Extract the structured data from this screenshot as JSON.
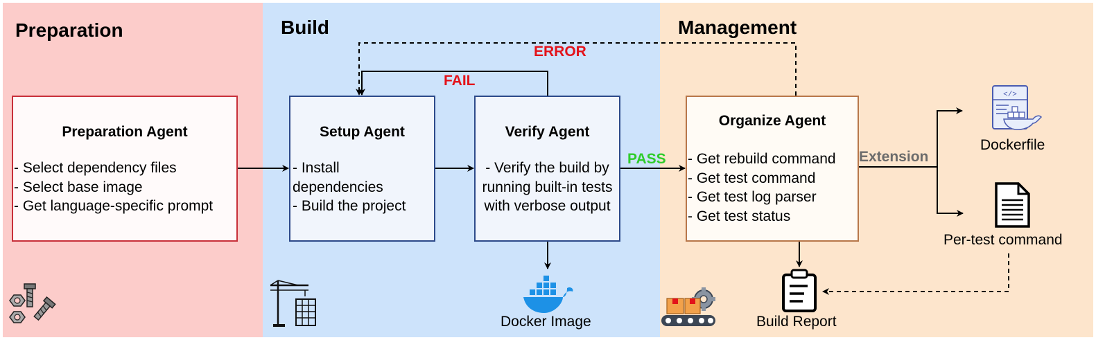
{
  "sections": {
    "preparation": {
      "title": "Preparation",
      "color": "#fcccca"
    },
    "build": {
      "title": "Build",
      "color": "#cde3fb"
    },
    "management": {
      "title": "Management",
      "color": "#fde5cc"
    }
  },
  "agents": {
    "preparation": {
      "title": "Preparation Agent",
      "lines": [
        "- Select dependency files",
        "- Select base image",
        "- Get language-specific prompt"
      ]
    },
    "setup": {
      "title": "Setup Agent",
      "lines": [
        "- Install",
        "dependencies",
        "- Build the project"
      ]
    },
    "verify": {
      "title": "Verify Agent",
      "lines": [
        "- Verify the build by",
        "running built-in tests",
        "with verbose output"
      ]
    },
    "organize": {
      "title": "Organize Agent",
      "lines": [
        "- Get rebuild command",
        "- Get test command",
        "- Get test log parser",
        "- Get test status"
      ]
    }
  },
  "edge_labels": {
    "error": "ERROR",
    "fail": "FAIL",
    "pass": "PASS",
    "extension": "Extension"
  },
  "outputs": {
    "dockerfile": "Dockerfile",
    "per_test": "Per-test command",
    "docker_image": "Docker Image",
    "build_report": "Build Report"
  },
  "colors": {
    "error": "#e3131a",
    "fail": "#e3131a",
    "pass": "#2fcc2b",
    "extension": "#6b6b6b",
    "prep_border": "#c8303a",
    "build_border": "#2d4a8a",
    "organize_border": "#b8774a",
    "docker": "#1d91e6"
  },
  "icons": [
    "tools-icon",
    "crane-icon",
    "docker-whale-icon",
    "conveyor-icon",
    "clipboard-icon",
    "dockerfile-icon",
    "document-icon"
  ]
}
